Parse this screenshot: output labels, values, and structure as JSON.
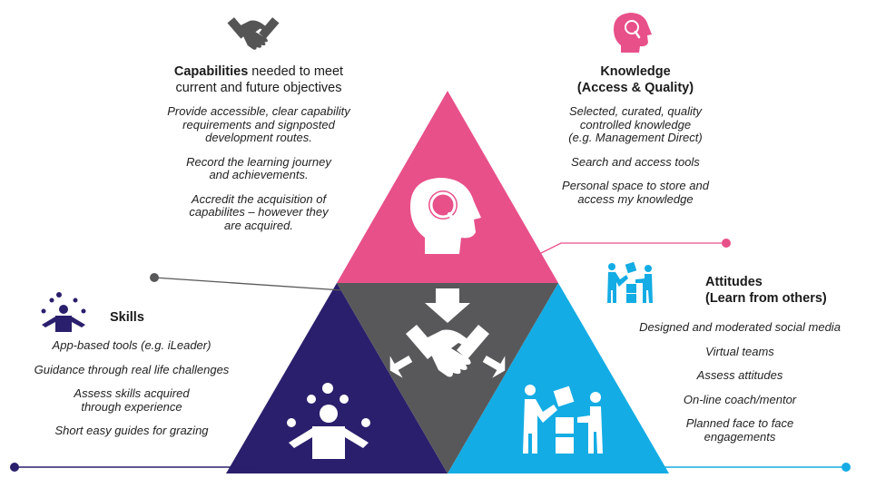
{
  "colors": {
    "pink": "#e8508a",
    "navy": "#2a1f6c",
    "cyan": "#14ace4",
    "grey": "#58585a",
    "icon_grey": "#555555"
  },
  "capabilities": {
    "icon": "handshake-icon",
    "title_bold": "Capabilities",
    "title_rest_1": " needed to meet",
    "title_rest_2": "current and future objectives",
    "p1_l1": "Provide accessible, clear capability",
    "p1_l2": "requirements and signposted",
    "p1_l3": "development routes.",
    "p2_l1": "Record the learning journey",
    "p2_l2": "and achievements.",
    "p3_l1": "Accredit the acquisition of",
    "p3_l2": "capabilites – however they",
    "p3_l3": "are acquired."
  },
  "knowledge": {
    "icon": "head-search-icon",
    "title_l1": "Knowledge",
    "title_l2": "(Access & Quality)",
    "p1_l1": "Selected, curated, quality",
    "p1_l2": "controlled knowledge",
    "p1_l3": "(e.g. Management Direct)",
    "p2": "Search and access tools",
    "p3_l1": "Personal space to store and",
    "p3_l2": "access my knowledge"
  },
  "skills": {
    "icon": "juggler-icon",
    "title": "Skills",
    "i1": "App-based tools (e.g. iLeader)",
    "i2": "Guidance through real life challenges",
    "i3_l1": "Assess skills acquired",
    "i3_l2": "through experience",
    "i4": "Short easy guides for grazing"
  },
  "attitudes": {
    "icon": "people-building-icon",
    "title_l1": "Attitudes",
    "title_l2": "(Learn from others)",
    "i1": "Designed and moderated social media",
    "i2": "Virtual teams",
    "i3": "Assess attitudes",
    "i4": "On-line coach/mentor",
    "i5_l1": "Planned face to face",
    "i5_l2": "engagements"
  }
}
